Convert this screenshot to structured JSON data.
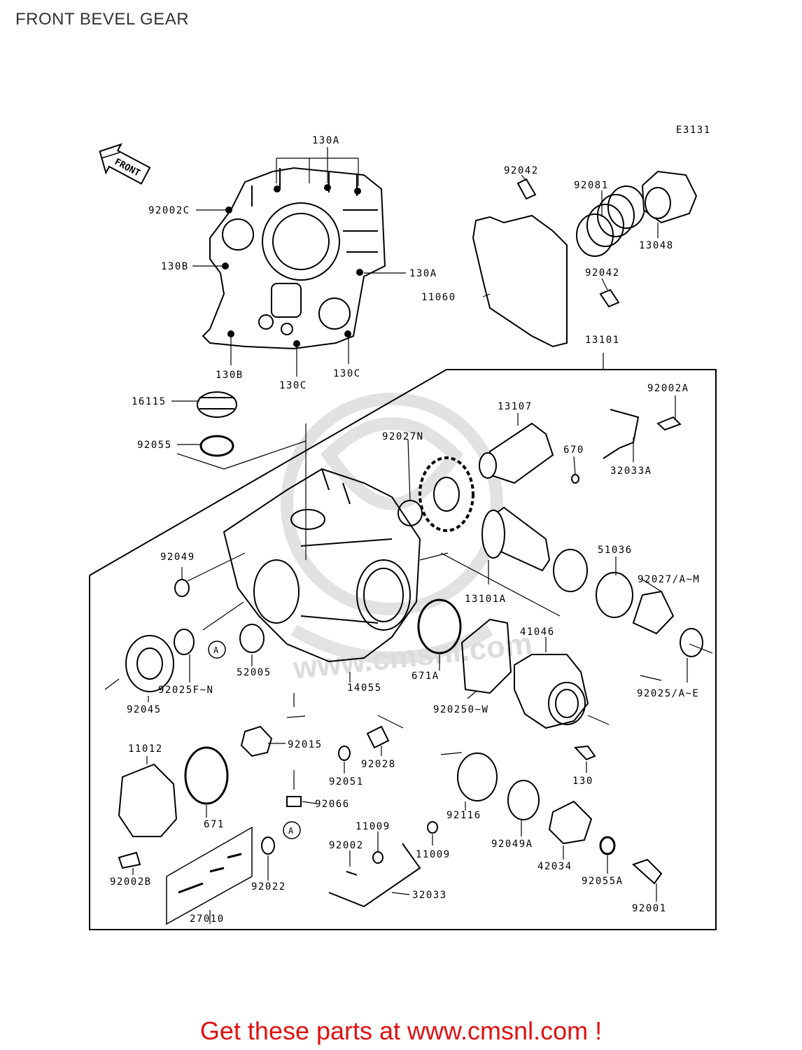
{
  "header": {
    "title": "FRONT BEVEL GEAR"
  },
  "diagram": {
    "code": "E3131",
    "front_label": "FRONT",
    "callout_letter": "A",
    "part_labels": [
      "130A",
      "92002C",
      "130B",
      "130A",
      "130B",
      "130C",
      "130C",
      "92042",
      "92081",
      "13048",
      "92042",
      "11060",
      "13101",
      "16115",
      "92055",
      "13107",
      "92002A",
      "92027N",
      "670",
      "32033A",
      "92049",
      "51036",
      "92027/A~M",
      "13101A",
      "41046",
      "92025/A~E",
      "52005",
      "671A",
      "92025F~N",
      "92045",
      "14055",
      "920250~W",
      "92015",
      "92028",
      "130",
      "11012",
      "92051",
      "92116",
      "671",
      "92066",
      "11009",
      "92049A",
      "92002",
      "11009",
      "42034",
      "92055A",
      "92002B",
      "92022",
      "32033",
      "92001",
      "27010"
    ],
    "watermark": "www.cmsnl.com"
  },
  "footer": {
    "cta": "Get these parts at www.cmsnl.com !"
  },
  "colors": {
    "footer_text": "#e01111",
    "line": "#000000",
    "watermark": "#d9d9d9"
  }
}
